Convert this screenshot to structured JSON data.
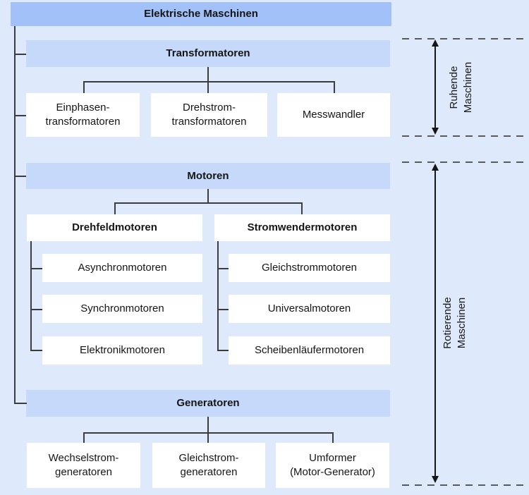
{
  "figure": {
    "title": "Elektrische Maschinen",
    "type": "hierarchy-diagram"
  },
  "tree": {
    "root_label": "Elektrische Maschinen",
    "transformers": {
      "label": "Transformatoren",
      "children": [
        "Einphasen-\ntransformatoren",
        "Drehstrom-\ntransformatoren",
        "Messwandler"
      ]
    },
    "motors": {
      "label": "Motoren",
      "subgroups": [
        {
          "label": "Drehfeldmotoren",
          "children": [
            "Asynchronmotoren",
            "Synchronmotoren",
            "Elektronikmotoren"
          ]
        },
        {
          "label": "Stromwendermotoren",
          "children": [
            "Gleichstrommotoren",
            "Universalmotoren",
            "Scheibenläufermotoren"
          ]
        }
      ]
    },
    "generators": {
      "label": "Generatoren",
      "children": [
        "Wechselstrom-\ngeneratoren",
        "Gleichstrom-\ngeneratoren",
        "Umformer\n(Motor-Generator)"
      ]
    }
  },
  "side_labels": {
    "ruhende": "Ruhende\nMaschinen",
    "rotierende": "Rotierende Maschinen"
  },
  "colors": {
    "background": "#dfe9fc",
    "root_box": "#a1c1f8",
    "category_box": "#c6d9fb",
    "leaf_box": "#ffffff",
    "connector_line": "#3c3c3c",
    "dashed_line": "#5a5a5a",
    "text": "#151515"
  }
}
